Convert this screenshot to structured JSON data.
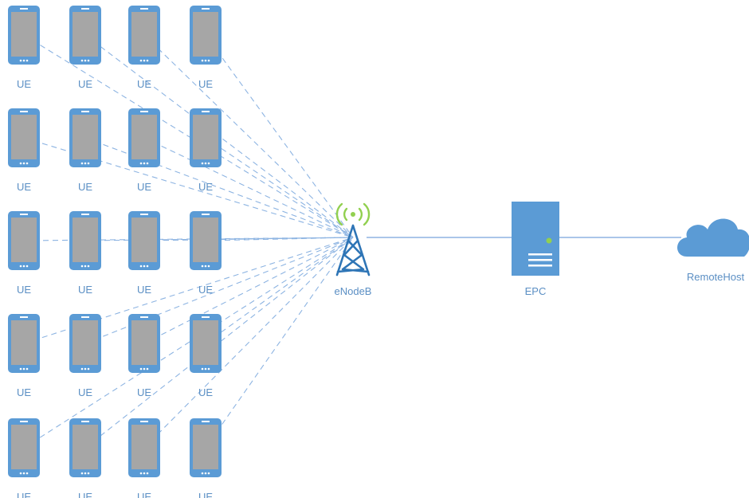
{
  "diagram": {
    "ue_label": "UE",
    "ue_grid": {
      "rows": 5,
      "columns": 4
    },
    "enodeb": {
      "label": "eNodeB",
      "icon": "cell-tower-icon"
    },
    "epc": {
      "label": "EPC",
      "icon": "server-icon"
    },
    "remote_host": {
      "label": "RemoteHost",
      "icon": "cloud-icon"
    },
    "colors": {
      "device": "#5b9bd5",
      "screen": "#a6a6a6",
      "link": "#8db4e2",
      "label": "#5b8fc4",
      "signal": "#92d050"
    }
  }
}
